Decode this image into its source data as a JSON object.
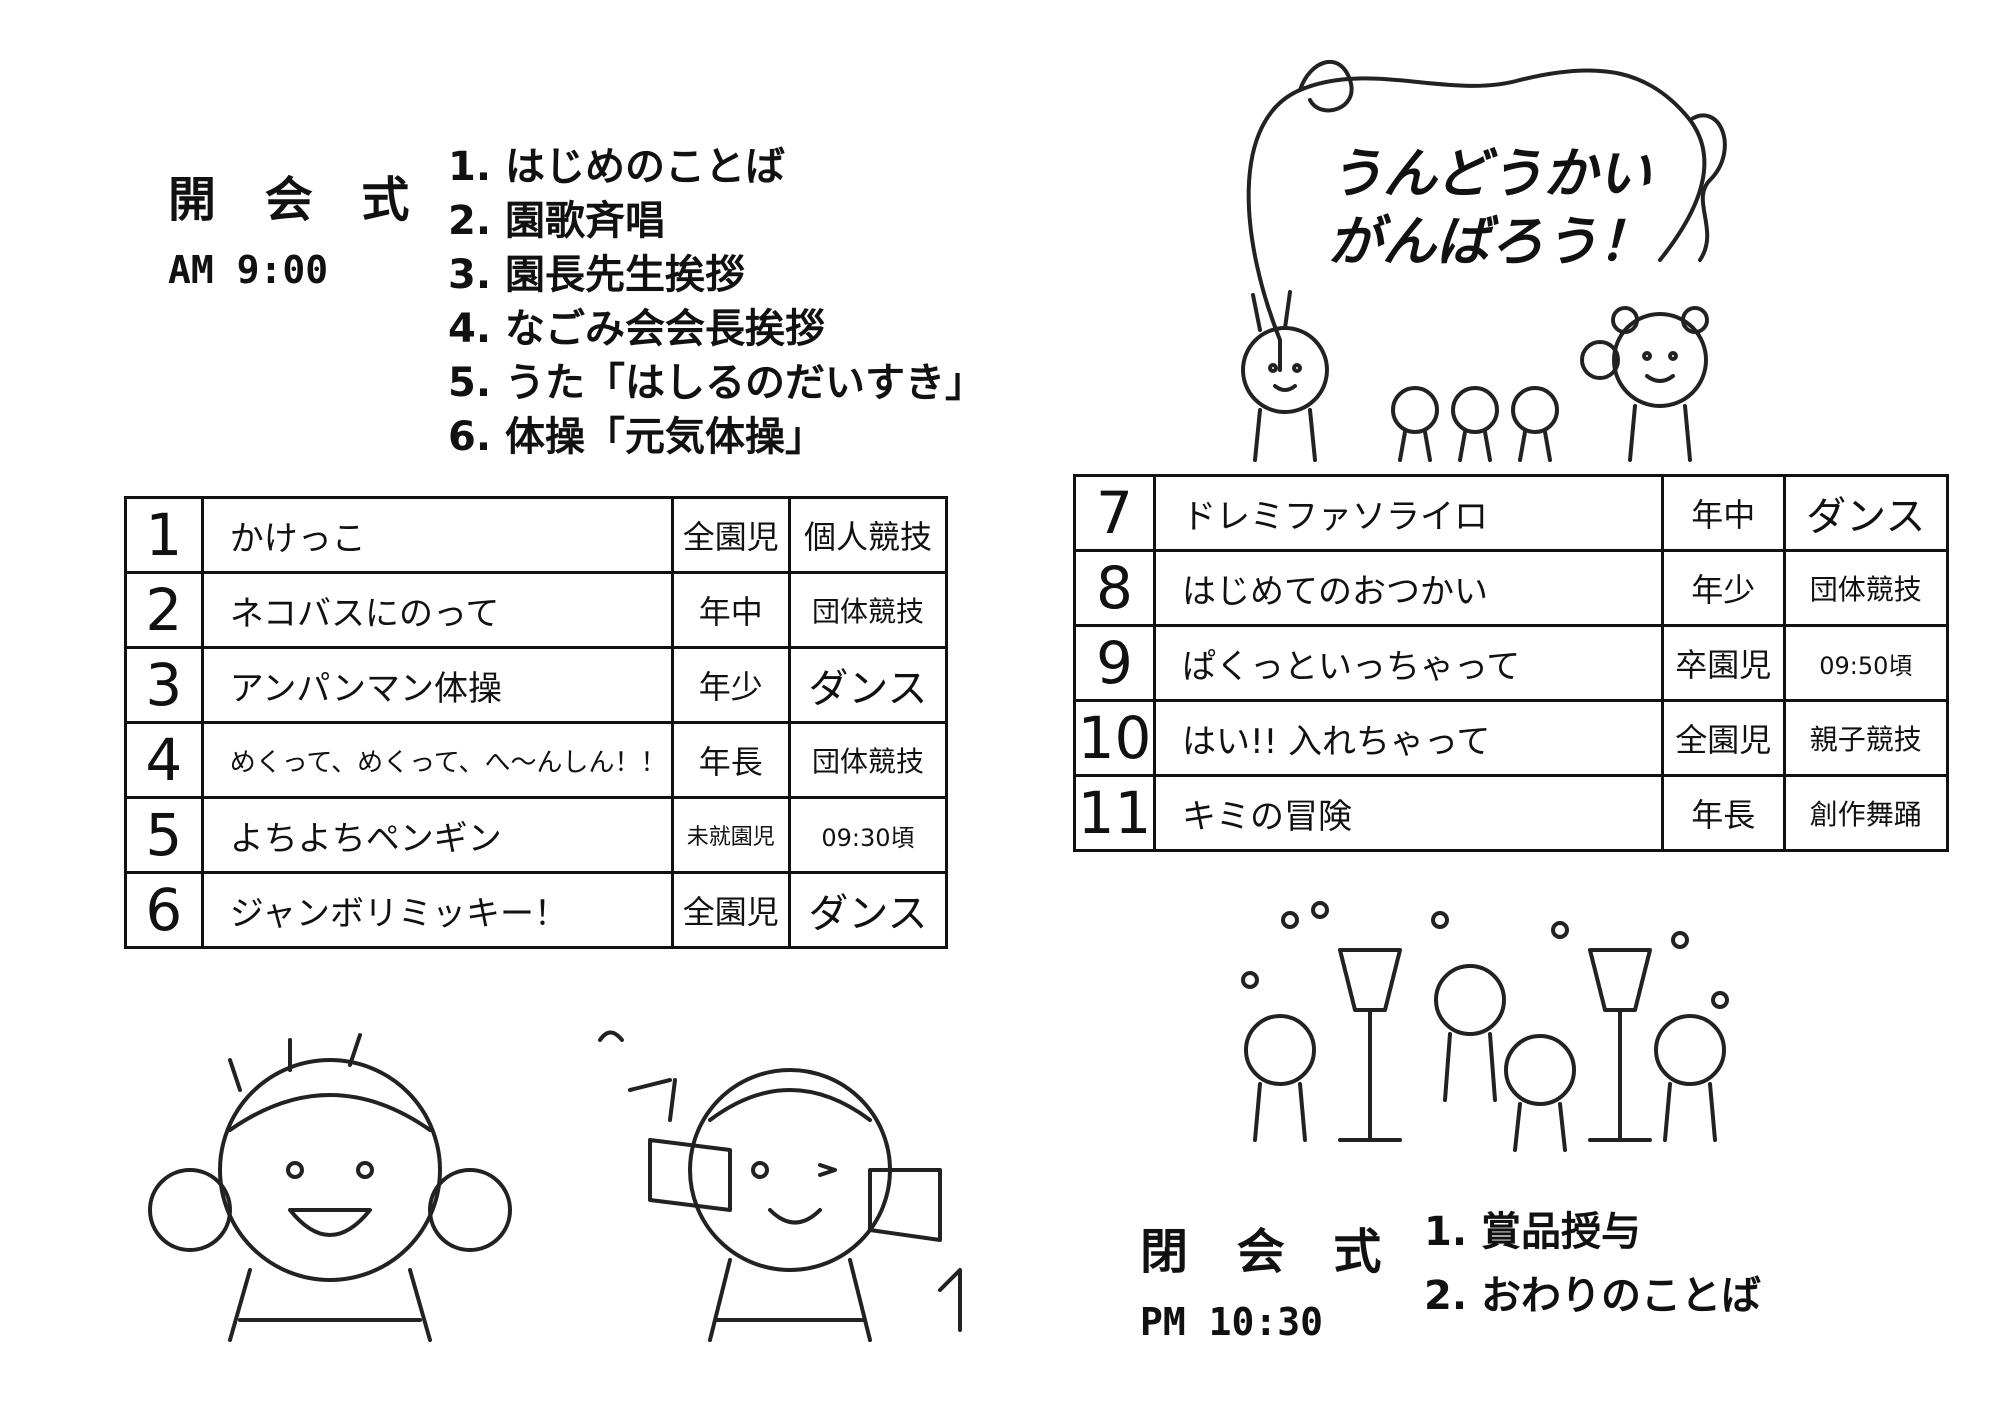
{
  "opening": {
    "heading": "開 会 式",
    "time": "AM 9:00",
    "items": [
      "1. はじめのことば",
      "2. 園歌斉唱",
      "3. 園長先生挨拶",
      "4. なごみ会会長挨拶",
      "5. うた「はしるのだいすき」",
      "6. 体操「元気体操」"
    ]
  },
  "banner": {
    "line1": "うんどうかい",
    "line2": "がんばろう！"
  },
  "program_left": [
    {
      "no": "1",
      "title": "かけっこ",
      "group": "全園児",
      "kind": "個人競技"
    },
    {
      "no": "2",
      "title": "ネコバスにのって",
      "group": "年中",
      "kind": "団体競技"
    },
    {
      "no": "3",
      "title": "アンパンマン体操",
      "group": "年少",
      "kind": "ダンス"
    },
    {
      "no": "4",
      "title": "めくって、めくって、へ～んしん！！",
      "group": "年長",
      "kind": "団体競技"
    },
    {
      "no": "5",
      "title": "よちよちペンギン",
      "group": "未就園児",
      "kind": "09:30頃"
    },
    {
      "no": "6",
      "title": "ジャンボリミッキー！",
      "group": "全園児",
      "kind": "ダンス"
    }
  ],
  "program_right": [
    {
      "no": "7",
      "title": "ドレミファソライロ",
      "group": "年中",
      "kind": "ダンス"
    },
    {
      "no": "8",
      "title": "はじめてのおつかい",
      "group": "年少",
      "kind": "団体競技"
    },
    {
      "no": "9",
      "title": "ぱくっといっちゃって",
      "group": "卒園児",
      "kind": "09:50頃"
    },
    {
      "no": "10",
      "title": "はい!! 入れちゃって",
      "group": "全園児",
      "kind": "親子競技"
    },
    {
      "no": "11",
      "title": "キミの冒険",
      "group": "年長",
      "kind": "創作舞踊"
    }
  ],
  "closing": {
    "heading": "閉 会 式",
    "time": "PM 10:30",
    "items": [
      "1. 賞品授与",
      "2. おわりのことば"
    ]
  },
  "illustrations": [
    "ribbon-banner-illustration",
    "marching-animals-illustration",
    "cheerleader-children-illustration",
    "ball-toss-illustration"
  ]
}
